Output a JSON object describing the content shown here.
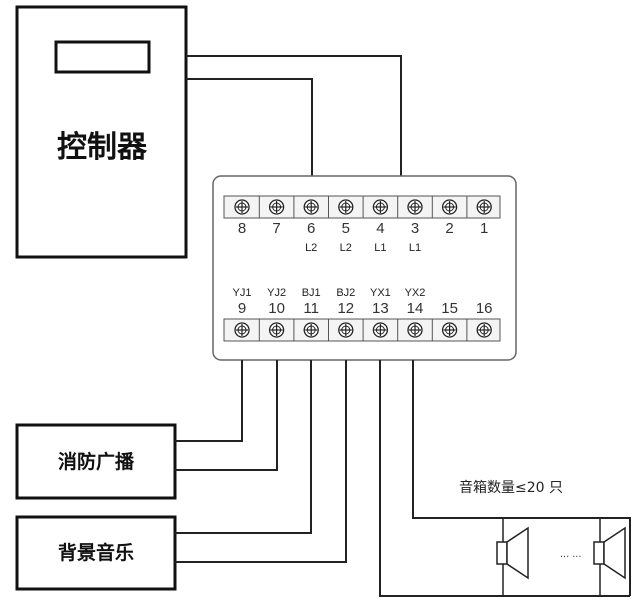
{
  "controller": {
    "label": "控制器"
  },
  "terminal_top": {
    "numbers": [
      "8",
      "7",
      "6",
      "5",
      "4",
      "3",
      "2",
      "1"
    ],
    "sub_labels": [
      "",
      "",
      "L2",
      "L2",
      "L1",
      "L1",
      "",
      ""
    ]
  },
  "terminal_bottom": {
    "labels": [
      "YJ1",
      "YJ2",
      "BJ1",
      "BJ2",
      "YX1",
      "YX2",
      "",
      ""
    ],
    "numbers": [
      "9",
      "10",
      "11",
      "12",
      "13",
      "14",
      "15",
      "16"
    ]
  },
  "fire_broadcast": {
    "label": "消防广播"
  },
  "background_music": {
    "label": "背景音乐"
  },
  "speaker_note": "音箱数量≤20 只",
  "speaker_ellipsis": "... ..."
}
